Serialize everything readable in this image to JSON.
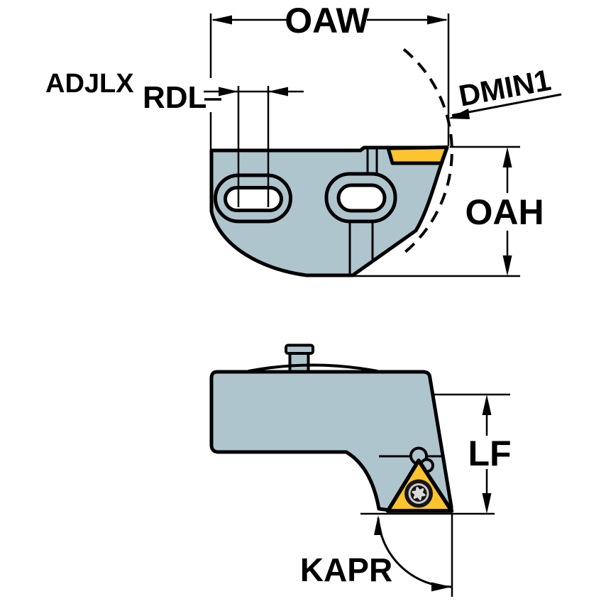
{
  "drawing": {
    "description": "Technical dimension drawing of a turning tool cutting head, top view and side view",
    "dimension_labels": {
      "oaw": "OAW",
      "adjlx": "ADJLX",
      "rdl": "RDL",
      "dmin1": "DMIN1",
      "oah": "OAH",
      "lf": "LF",
      "kapr": "KAPR"
    },
    "colors": {
      "background": "#ffffff",
      "body": "#afc5cd",
      "insert": "#fdc42d",
      "outline": "#000000",
      "hole": "#ffffff",
      "screw_dark": "#151515",
      "screw_ring": "#c9c9c9",
      "screw_star": "#d9d9d9"
    }
  }
}
